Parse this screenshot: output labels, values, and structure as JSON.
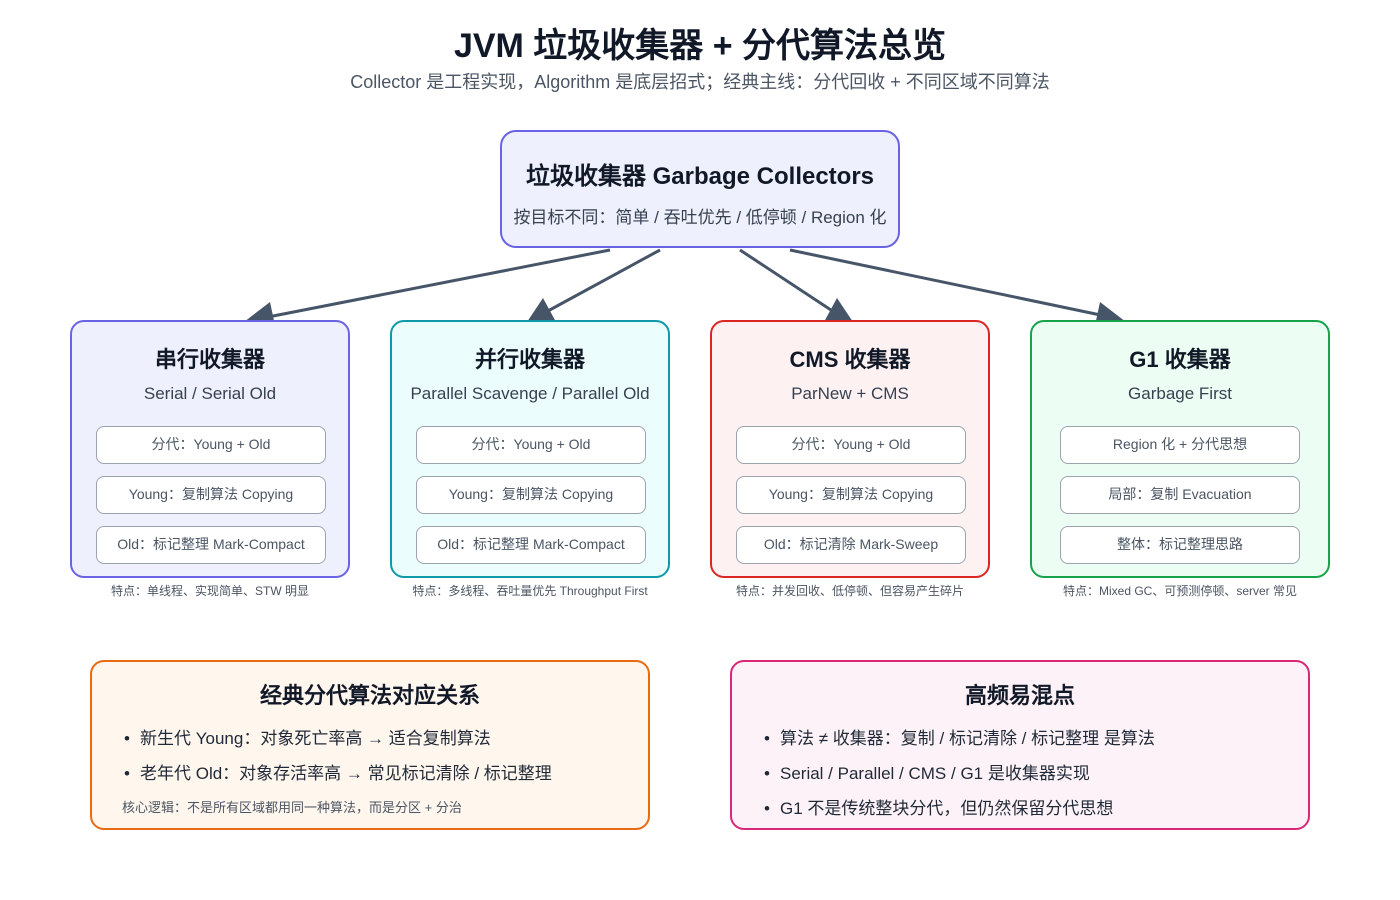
{
  "header": {
    "title": "JVM 垃圾收集器 + 分代算法总览",
    "subtitle": "Collector 是工程实现，Algorithm 是底层招式；经典主线：分代回收 + 不同区域不同算法"
  },
  "root": {
    "title": "垃圾收集器 Garbage Collectors",
    "subtitle": "按目标不同：简单 / 吞吐优先 / 低停顿 / Region 化"
  },
  "collectors": [
    {
      "title": "串行收集器",
      "subtitle": "Serial / Serial Old",
      "items": [
        "分代：Young + Old",
        "Young：复制算法 Copying",
        "Old：标记整理 Mark-Compact"
      ],
      "note": "特点：单线程、实现简单、STW 明显",
      "border": "#6b63e6",
      "fill": "#eef0fd"
    },
    {
      "title": "并行收集器",
      "subtitle": "Parallel Scavenge / Parallel Old",
      "items": [
        "分代：Young + Old",
        "Young：复制算法 Copying",
        "Old：标记整理 Mark-Compact"
      ],
      "note": "特点：多线程、吞吐量优先 Throughput First",
      "border": "#0e9aa7",
      "fill": "#ecfdfd"
    },
    {
      "title": "CMS 收集器",
      "subtitle": "ParNew + CMS",
      "items": [
        "分代：Young + Old",
        "Young：复制算法 Copying",
        "Old：标记清除 Mark-Sweep"
      ],
      "note": "特点：并发回收、低停顿、但容易产生碎片",
      "border": "#dc2626",
      "fill": "#fef1f1"
    },
    {
      "title": "G1 收集器",
      "subtitle": "Garbage First",
      "items": [
        "Region 化 + 分代思想",
        "局部：复制 Evacuation",
        "整体：标记整理思路"
      ],
      "note": "特点：Mixed GC、可预测停顿、server 常见",
      "border": "#16a34a",
      "fill": "#ecfdf3"
    }
  ],
  "panels": {
    "classic": {
      "title": "经典分代算法对应关系",
      "bullets": [
        "新生代 Young：对象死亡率高 → 适合复制算法",
        "老年代 Old：对象存活率高 → 常见标记清除 / 标记整理"
      ],
      "note": "核心逻辑：不是所有区域都用同一种算法，而是分区 + 分治",
      "border": "#ea6a12",
      "fill": "#fff6ee"
    },
    "confusions": {
      "title": "高频易混点",
      "bullets": [
        "算法 ≠ 收集器：复制 / 标记清除 / 标记整理 是算法",
        "Serial / Parallel / CMS / G1 是收集器实现",
        "G1 不是传统整块分代，但仍然保留分代思想"
      ],
      "border": "#db2777",
      "fill": "#fdf2f7"
    }
  },
  "colors": {
    "arrow": "#475569"
  }
}
